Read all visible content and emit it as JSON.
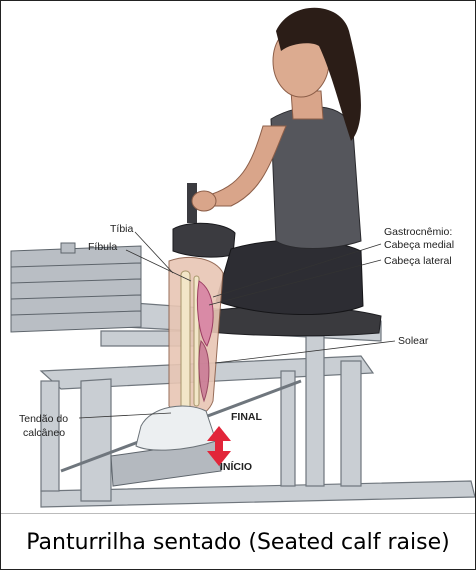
{
  "figure": {
    "caption": "Panturrilha sentado (Seated calf raise)",
    "labels": {
      "tibia": "Tíbia",
      "fibula": "Fíbula",
      "gastrocnemio": "Gastrocnêmio:",
      "cabeca_medial": "Cabeça medial",
      "cabeca_lateral": "Cabeça lateral",
      "solear": "Solear",
      "tendao_line1": "Tendão do",
      "tendao_line2": "calcâneo",
      "final": "FINAL",
      "inicio": "INÍCIO"
    },
    "colors": {
      "machine": "#c9ced3",
      "machine_dark": "#7e858c",
      "skin": "#d9a58a",
      "muscle_highlight": "#d98aa6",
      "arrow": "#e2263a",
      "hair": "#2b1d17"
    }
  }
}
